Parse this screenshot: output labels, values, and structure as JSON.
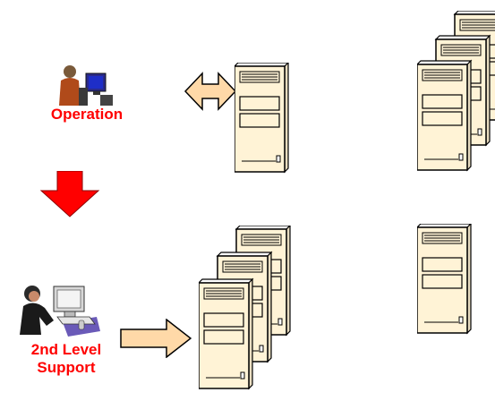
{
  "labels": {
    "operation": "Operation",
    "second_level_line1": "2nd Level",
    "second_level_line2": "Support"
  },
  "colors": {
    "label_red": "#ff0000",
    "server_fill": "#fff3d6",
    "arrow_fill": "#ffd9a8",
    "down_arrow": "#ff0000"
  },
  "icons": [
    "operator-icon",
    "support-engineer-icon",
    "server-icon",
    "double-arrow-icon",
    "right-arrow-icon",
    "down-arrow-icon"
  ]
}
